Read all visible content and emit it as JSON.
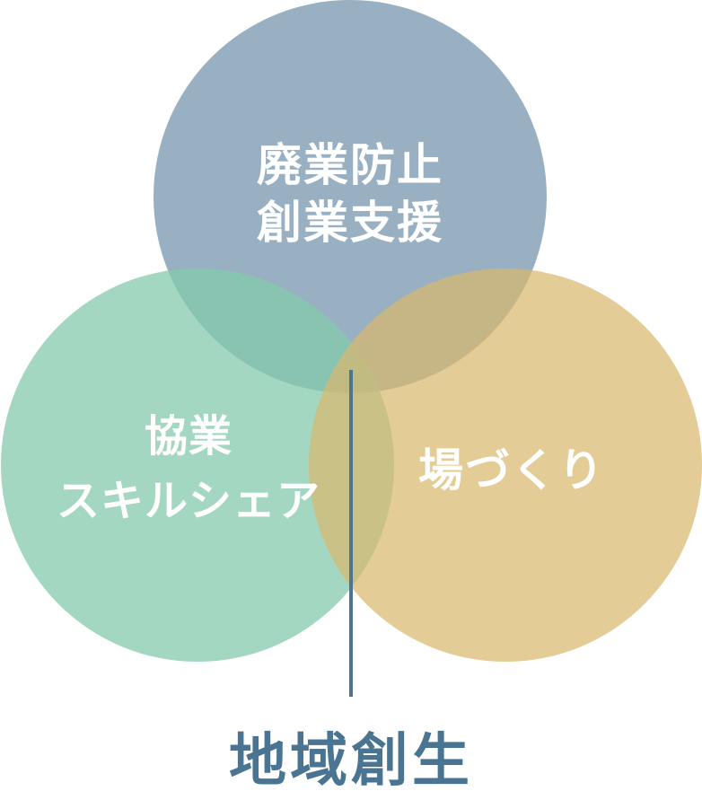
{
  "diagram": {
    "type": "venn",
    "circles": [
      {
        "id": "top",
        "lines": [
          "廃業防止",
          "創業支援"
        ],
        "color": "#94adbf"
      },
      {
        "id": "left",
        "lines": [
          "協業",
          "スキルシェア"
        ],
        "color": "#a2d7c1"
      },
      {
        "id": "right",
        "lines": [
          "場づくり"
        ],
        "color": "#e4cb95"
      }
    ],
    "center_label": "地域創生",
    "center_label_color": "#4a7592",
    "connector_color": "#4d7490"
  }
}
